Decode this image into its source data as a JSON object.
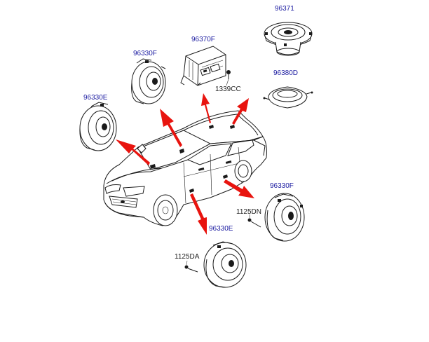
{
  "labels": {
    "speaker_96371": "96371",
    "amp_96370F": "96370F",
    "screw_1339CC": "1339CC",
    "tweeter_96380D": "96380D",
    "front_speaker_96330F": "96330F",
    "front_left_speaker_96330E": "96330E",
    "rear_speaker_96330F": "96330F",
    "screw_1125DN": "1125DN",
    "rear_left_speaker_96330E": "96330E",
    "screw_1125DA": "1125DA"
  },
  "colors": {
    "part_number": "#1a1aa0",
    "arrow": "#e8140f",
    "line": "#1a1a1a"
  }
}
